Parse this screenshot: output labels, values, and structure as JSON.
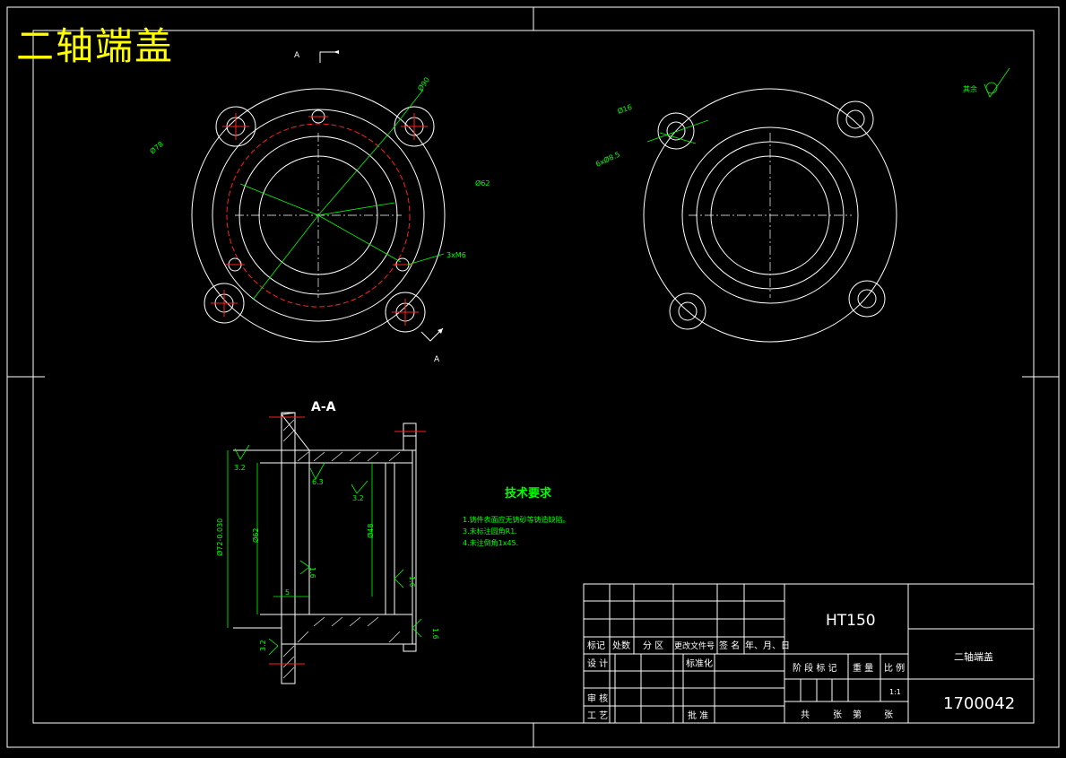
{
  "drawing": {
    "title": "二轴端盖",
    "section_arrow_top": "A",
    "section_arrow_bottom": "A",
    "section_title": "A-A",
    "dims_front": {
      "d90": "Ø90",
      "d78": "Ø78",
      "d62": "Ø62",
      "holes_m": "3xM6"
    },
    "dims_right": {
      "d16": "Ø16",
      "holes": "6xØ8.5",
      "roughness_rest": "其余"
    },
    "dims_section": {
      "ra1": "3.2",
      "ra2": "6.3",
      "ra3": "3.2",
      "ra4": "1.6",
      "ra5": "1.6",
      "ra6": "1.6",
      "ra7": "3.2",
      "d_outer": "Ø72-0.030",
      "d62": "Ø62",
      "d48": "Ø48",
      "w5": "5"
    },
    "tech_req": {
      "heading": "技术要求",
      "items": [
        "1.铸件表面应无铸砂等铸造缺陷。",
        "3.未标注圆角R1.",
        "4.未注倒角1x45."
      ]
    }
  },
  "title_block": {
    "material": "HT150",
    "part_name": "二轴端盖",
    "drawing_no": "1700042",
    "scale": "1:1",
    "headers": [
      "标记",
      "处数",
      "分 区",
      "更改文件号",
      "签 名",
      "年、月、日"
    ],
    "design": "设 计",
    "standardize": "标准化",
    "review": "审 核",
    "process": "工 艺",
    "approve": "批 准",
    "stage": "阶 段 标 记",
    "weight": "重 量",
    "ratio": "比 例",
    "total": "共",
    "sheets": "张",
    "sheet_no": "第",
    "sheet_suffix": "张"
  }
}
